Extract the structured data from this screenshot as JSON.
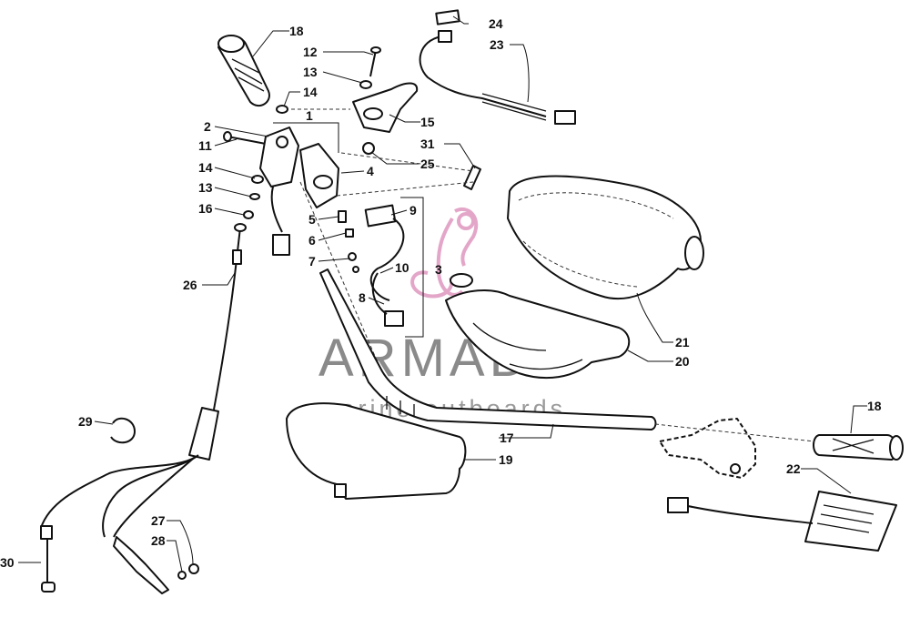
{
  "watermark": {
    "brand": "ARMADA",
    "subtitle": "marine outboards",
    "color_brand": "#8a8a8a",
    "color_logo": "#e3a6c8"
  },
  "callouts": [
    "18",
    "24",
    "12",
    "23",
    "13",
    "14",
    "1",
    "15",
    "2",
    "11",
    "31",
    "25",
    "4",
    "14",
    "13",
    "16",
    "9",
    "5",
    "6",
    "10",
    "3",
    "7",
    "8",
    "21",
    "26",
    "20",
    "18",
    "29",
    "17",
    "19",
    "22",
    "27",
    "28",
    "30"
  ]
}
